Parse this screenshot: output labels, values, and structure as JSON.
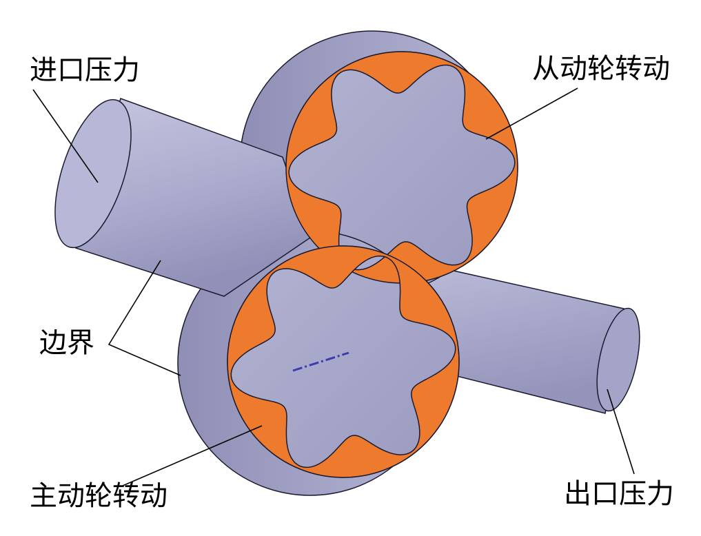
{
  "labels": {
    "inlet_pressure": "进口压力",
    "driven_gear_rotation": "从动轮转动",
    "boundary": "边界",
    "drive_gear_rotation": "主动轮转动",
    "outlet_pressure": "出口压力"
  },
  "colors": {
    "housing": "#a9a9cc",
    "housing_dark": "#8c8cb3",
    "housing_light": "#c3c3de",
    "gear": "#ee7a2e",
    "line": "#1a1a2e",
    "leader": "#000000",
    "axis_dash": "#3b3bb0"
  },
  "icons": {
    "driven_gear": "gear-icon",
    "drive_gear": "gear-icon",
    "pipe": "pipe-icon"
  }
}
